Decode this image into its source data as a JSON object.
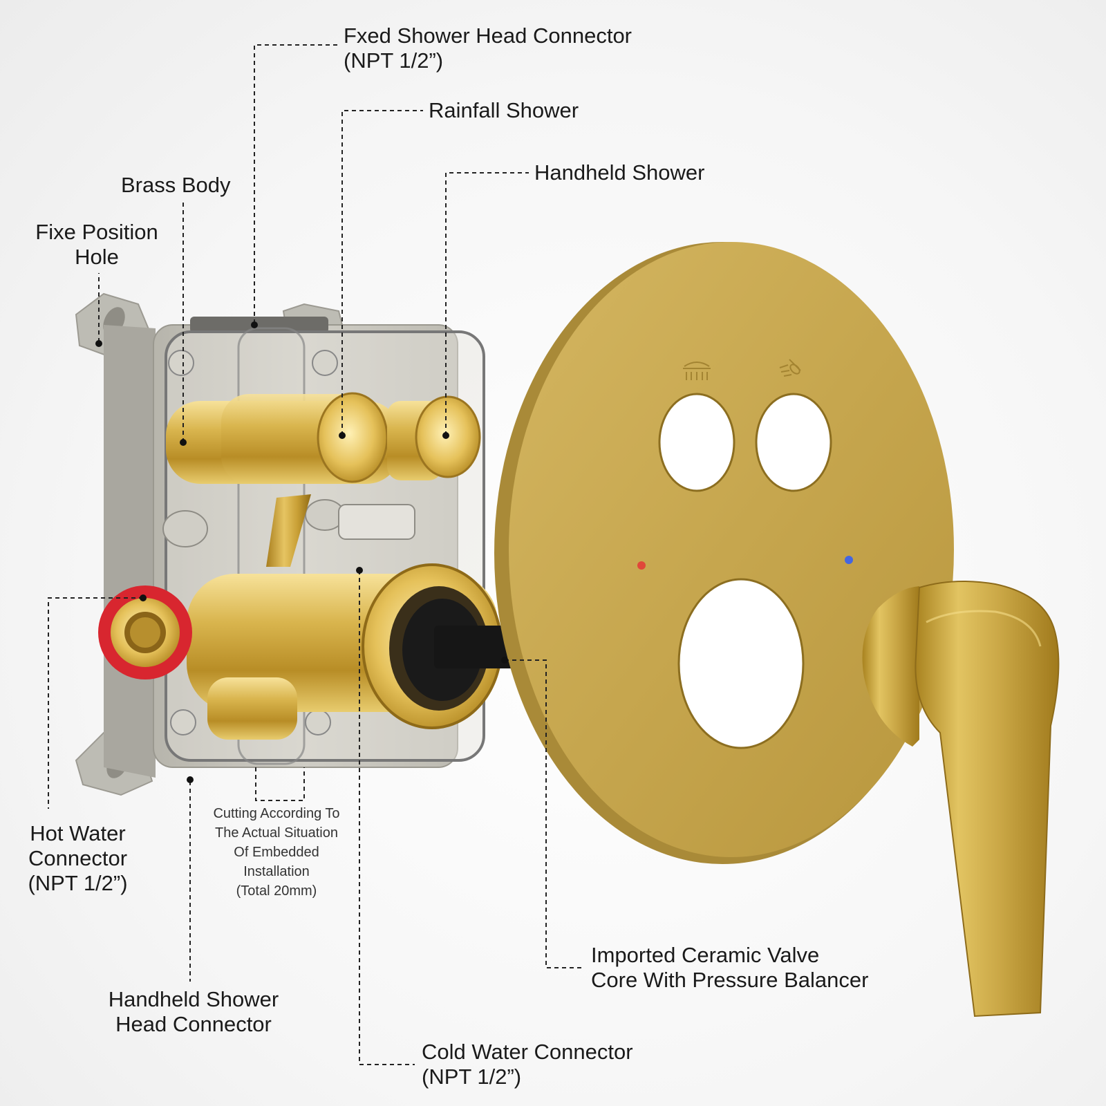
{
  "labels": {
    "fixed_shower_head_connector": [
      "Fxed Shower Head Connector",
      "(NPT 1/2”)"
    ],
    "rainfall_shower": "Rainfall Shower",
    "handheld_shower": "Handheld Shower",
    "brass_body": "Brass Body",
    "fixe_position_hole": [
      "Fixe Position",
      "Hole"
    ],
    "hot_water_connector": [
      "Hot Water",
      "Connector",
      "(NPT 1/2”)"
    ],
    "cutting_note": [
      "Cutting According To",
      "The Actual Situation",
      "Of Embedded",
      "Installation",
      "(Total 20mm)"
    ],
    "handheld_shower_head_connector": [
      "Handheld Shower",
      "Head Connector"
    ],
    "imported_ceramic_valve": [
      "Imported Ceramic Valve",
      "Core With Pressure Balancer"
    ],
    "cold_water_connector": [
      "Cold Water Connector",
      "(NPT 1/2”)"
    ]
  },
  "icons": {
    "rainfall": "rainfall-shower-icon",
    "handheld": "handheld-shower-icon",
    "hot_indicator": "#e0483a",
    "cold_indicator": "#4466e0"
  },
  "colors": {
    "brass": "#c9a43c",
    "plate": "#c8a852",
    "housing": "#c2c0b8",
    "hot_ring": "#d8262f"
  }
}
